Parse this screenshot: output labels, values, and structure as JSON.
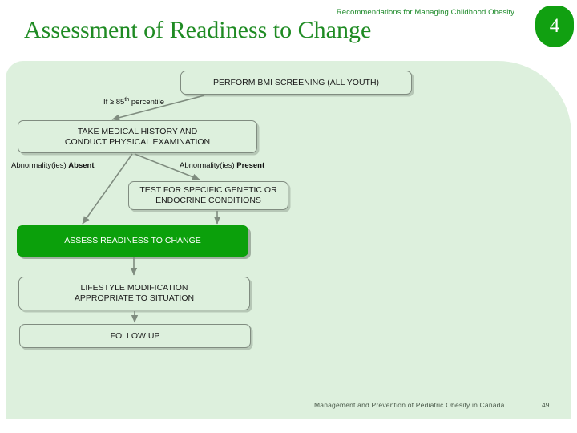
{
  "header": {
    "subtitle": "Recommendations for Managing Childhood Obesity",
    "title": "Assessment of Readiness to Change",
    "badge_number": "4",
    "badge_color": "#11a011",
    "title_color": "#1f8b23"
  },
  "panel": {
    "background_color": "#ddf0dd"
  },
  "flowchart": {
    "boxes": [
      {
        "id": "bmi-screening",
        "text": "PERFORM BMI SCREENING (ALL YOUTH)"
      },
      {
        "id": "medical-history",
        "line1": "TAKE MEDICAL HISTORY AND",
        "line2": "CONDUCT PHYSICAL EXAMINATION"
      },
      {
        "id": "genetic-test",
        "line1": "TEST FOR SPECIFIC GENETIC OR",
        "line2": "ENDOCRINE CONDITIONS"
      },
      {
        "id": "assess-readiness",
        "text": "ASSESS READINESS TO CHANGE",
        "highlight": true,
        "fill": "#0ba00b"
      },
      {
        "id": "lifestyle-mod",
        "line1": "LIFESTYLE MODIFICATION",
        "line2": "APPROPRIATE TO SITUATION"
      },
      {
        "id": "follow-up",
        "text": "FOLLOW UP"
      }
    ],
    "labels": {
      "percentile": {
        "prefix": "If ≥ 85",
        "sup": "th",
        "suffix": " percentile"
      },
      "abnormality_absent": {
        "prefix": "Abnormality(ies) ",
        "emphasis": "Absent"
      },
      "abnormality_present": {
        "prefix": "Abnormality(ies) ",
        "emphasis": "Present"
      }
    }
  },
  "footer": {
    "text": "Management and Prevention of Pediatric Obesity in Canada",
    "page": "49"
  }
}
